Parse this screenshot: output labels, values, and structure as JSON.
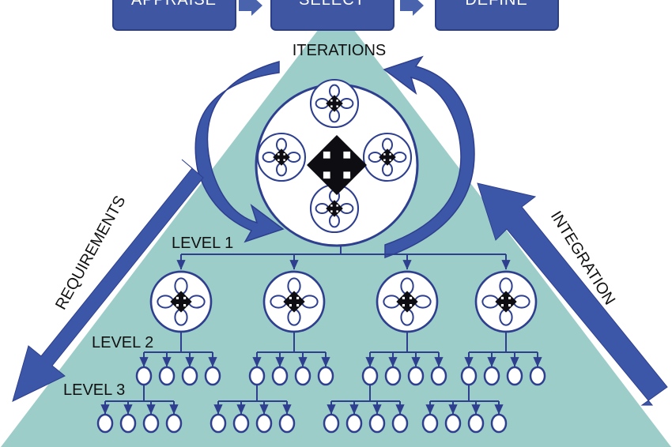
{
  "process_steps": [
    "APPRAISE",
    "SELECT",
    "DEFINE"
  ],
  "labels": {
    "iterations": "ITERATIONS",
    "requirements": "REQUIREMENTS",
    "integration": "INTEGRATION",
    "level1": "LEVEL 1",
    "level2": "LEVEL 2",
    "level3": "LEVEL 3"
  },
  "colors": {
    "pyramid": "#9ccdc9",
    "navy": "#2e3f8f",
    "box_fill": "#3f57a3",
    "box_stroke": "#2c3f86",
    "node_fill": "#ffffff",
    "arrow": "#3d57a8"
  },
  "icons": {
    "move": "four-way-arrow-icon",
    "flow": "right-arrow-icon",
    "cycle": "curved-arrow-icon"
  }
}
